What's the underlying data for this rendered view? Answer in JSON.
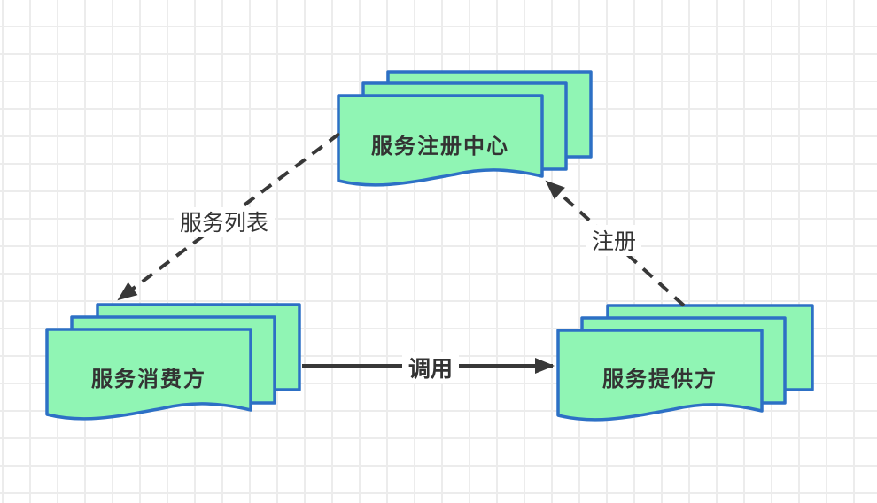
{
  "diagram": {
    "title": "service-registry-architecture",
    "nodes": {
      "registry": {
        "label": "服务注册中心",
        "shape": "stacked-documents",
        "stack_count": 3
      },
      "consumer": {
        "label": "服务消费方",
        "shape": "stacked-documents",
        "stack_count": 3
      },
      "provider": {
        "label": "服务提供方",
        "shape": "stacked-documents",
        "stack_count": 3
      }
    },
    "edges": {
      "service_list": {
        "label": "服务列表",
        "style": "dashed",
        "from": "registry",
        "to": "consumer"
      },
      "register": {
        "label": "注册",
        "style": "dashed",
        "from": "provider",
        "to": "registry"
      },
      "invoke": {
        "label": "调用",
        "style": "solid",
        "from": "consumer",
        "to": "provider"
      }
    },
    "colors": {
      "node_fill": "#90F5B4",
      "node_border": "#2D70C5",
      "edge_stroke": "#383838",
      "label_color": "#333333",
      "grid_line": "#ECECEC",
      "background": "#FFFFFF"
    }
  }
}
